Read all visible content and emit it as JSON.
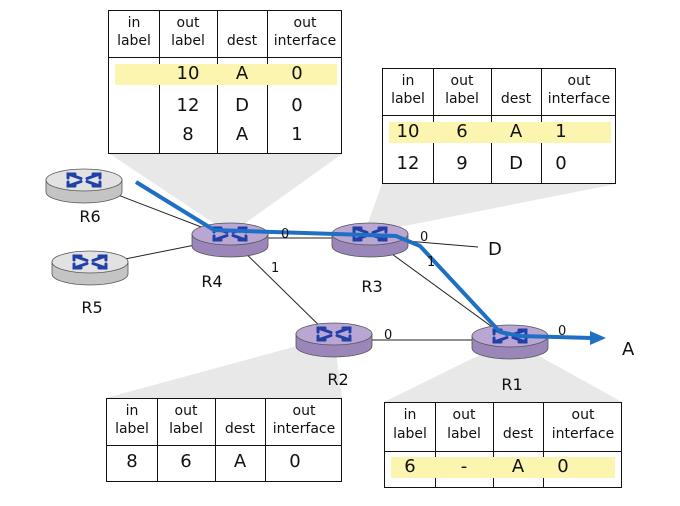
{
  "headers": {
    "in": "in",
    "label": "label",
    "out": "out",
    "dest": "dest",
    "interface": "interface"
  },
  "routers": {
    "r1": "R1",
    "r2": "R2",
    "r3": "R3",
    "r4": "R4",
    "r5": "R5",
    "r6": "R6"
  },
  "destinations": {
    "a": "A",
    "d": "D"
  },
  "interfaces": {
    "r4_to_r3": "0",
    "r4_to_r2": "1",
    "r3_to_d": "0",
    "r3_to_r1": "1",
    "r2_to_r1": "0",
    "r1_to_a": "0"
  },
  "tables": {
    "r4": {
      "rows": [
        {
          "in_label": "",
          "out_label": "10",
          "dest": "A",
          "out_interface": "0",
          "highlight": true
        },
        {
          "in_label": "",
          "out_label": "12",
          "dest": "D",
          "out_interface": "0",
          "highlight": false
        },
        {
          "in_label": "",
          "out_label": "8",
          "dest": "A",
          "out_interface": "1",
          "highlight": false
        }
      ]
    },
    "r3": {
      "rows": [
        {
          "in_label": "10",
          "out_label": "6",
          "dest": "A",
          "out_interface": "1",
          "highlight": true
        },
        {
          "in_label": "12",
          "out_label": "9",
          "dest": "D",
          "out_interface": "0",
          "highlight": false
        }
      ]
    },
    "r2": {
      "rows": [
        {
          "in_label": "8",
          "out_label": "6",
          "dest": "A",
          "out_interface": "0",
          "highlight": false
        }
      ]
    },
    "r1": {
      "rows": [
        {
          "in_label": "6",
          "out_label": "-",
          "dest": "A",
          "out_interface": "0",
          "highlight": true
        }
      ]
    }
  },
  "colors": {
    "path": "#1f6fc4",
    "highlight": "#fbf5b0",
    "router_top": "#b9a6d3",
    "router_body": "#9a86b8",
    "router_plain_top": "#e2e2e2",
    "router_plain_body": "#c4c4c4",
    "router_arrow": "#2040a8"
  }
}
